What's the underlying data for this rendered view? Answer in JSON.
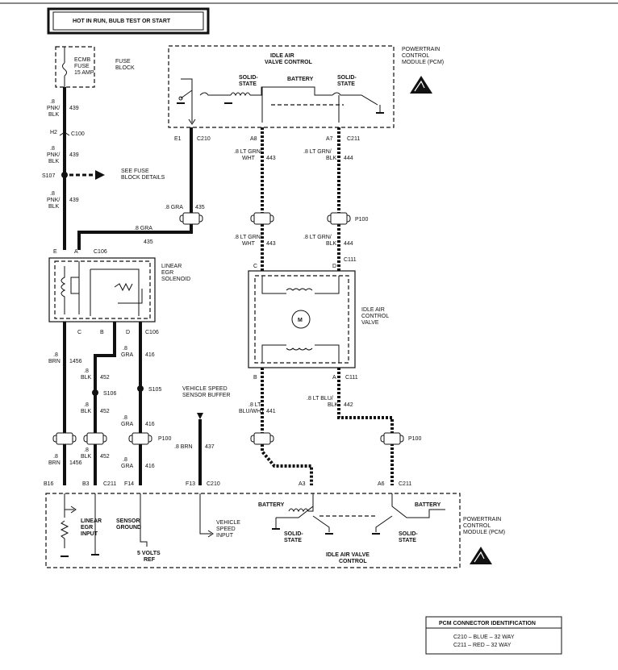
{
  "header": {
    "supply": "HOT IN RUN, BULB TEST OR START"
  },
  "fuse": {
    "name_line1": "ECMB",
    "name_line2": "FUSE",
    "rating": "15 AMP",
    "block_line1": "FUSE",
    "block_line2": "BLOCK"
  },
  "pcm_top": {
    "line1": "POWERTRAIN",
    "line2": "CONTROL",
    "line3": "MODULE (PCM)",
    "iac_line1": "IDLE AIR",
    "iac_line2": "VALVE CONTROL",
    "battery": "BATTERY",
    "ss_left_1": "SOLID-",
    "ss_left_2": "STATE",
    "ss_right_1": "SOLID-",
    "ss_right_2": "STATE"
  },
  "pins_top": {
    "e1": "E1",
    "c210": "C210",
    "a8": "A8",
    "a7": "A7",
    "c211": "C211"
  },
  "wires": {
    "pnk_gauge": ".8",
    "pnk_1": "PNK/",
    "pnk_2": "BLK",
    "pnk_circ": "439",
    "h2": "H2",
    "c100": "C100",
    "s107": "S107",
    "see_fuse_1": "SEE FUSE",
    "see_fuse_2": "BLOCK DETAILS",
    "gra_top": ".8 GRA",
    "gra_circ": "435",
    "gra_mid": ".8 GRA",
    "gra_mid_circ": "435",
    "lt_grn_wht": ".8 LT GRN/",
    "wht": "WHT",
    "c443": "443",
    "lt_grn_blk": ".8 LT GRN/",
    "blk": "BLK",
    "c444": "444",
    "p100": "P100"
  },
  "egr": {
    "pin_e": "E",
    "pin_a": "A",
    "c106": "C106",
    "line1": "LINEAR",
    "line2": "EGR",
    "line3": "SOLENOID",
    "pin_c": "C",
    "pin_b": "B",
    "pin_d": "D",
    "c106b": "C106"
  },
  "iac_valve": {
    "pin_c": "C",
    "pin_d": "D",
    "c111": "C111",
    "line1": "IDLE AIR",
    "line2": "CONTROL",
    "line3": "VALVE",
    "motor": "M",
    "pin_b": "B",
    "pin_a": "A",
    "c111b": "C111"
  },
  "lower_wires": {
    "brn_g": ".8",
    "brn": "BRN",
    "c1456": "1456",
    "blk_g": ".8",
    "blk": "BLK",
    "c452": "452",
    "s106": "S106",
    "gra_g": ".8",
    "gra": "GRA",
    "c416": "416",
    "s105": "S105",
    "vss_1": "VEHICLE SPEED",
    "vss_2": "SENSOR BUFFER",
    "brn_437": ".8 BRN",
    "c437": "437",
    "blu_wht_1": ".8 LT",
    "blu_wht_2": "BLU/WHT",
    "c441": "441",
    "blu_blk_1": ".8 LT BLU/",
    "blu_blk_2": "BLK",
    "c442": "442",
    "p100": "P100"
  },
  "pins_bottom": {
    "b16": "B16",
    "b3": "B3",
    "c211": "C211",
    "f14": "F14",
    "f13": "F13",
    "c210": "C210",
    "a3": "A3",
    "a6": "A6",
    "c211b": "C211"
  },
  "pcm_bottom": {
    "egr_in_1": "LINEAR",
    "egr_in_2": "EGR",
    "egr_in_3": "INPUT",
    "sg_1": "SENSOR",
    "sg_2": "GROUND",
    "ref_1": "5 VOLTS",
    "ref_2": "REF",
    "vss_1": "VEHICLE",
    "vss_2": "SPEED",
    "vss_3": "INPUT",
    "battery_l": "BATTERY",
    "battery_r": "BATTERY",
    "ss_l_1": "SOLID-",
    "ss_l_2": "STATE",
    "ss_r_1": "SOLID-",
    "ss_r_2": "STATE",
    "iac_1": "IDLE AIR VALVE",
    "iac_2": "CONTROL",
    "line1": "POWERTRAIN",
    "line2": "CONTROL",
    "line3": "MODULE (PCM)"
  },
  "legend": {
    "title": "PCM CONNECTOR IDENTIFICATION",
    "row1": "C210 – BLUE – 32 WAY",
    "row2": "C211 – RED   – 32 WAY"
  }
}
